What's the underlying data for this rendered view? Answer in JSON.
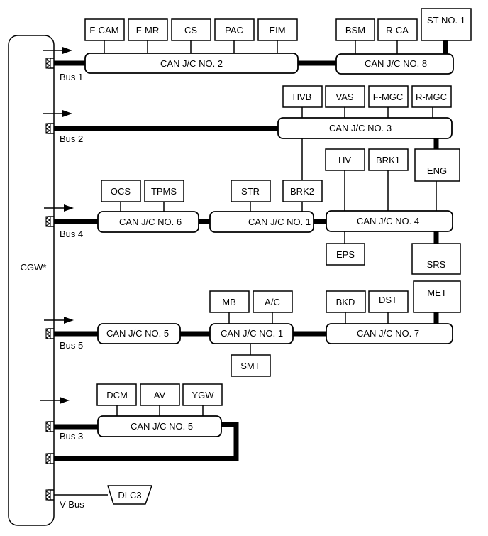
{
  "gateway": {
    "label": "CGW*"
  },
  "buses": {
    "bus1": "Bus 1",
    "bus2": "Bus 2",
    "bus4": "Bus 4",
    "bus5": "Bus 5",
    "bus3": "Bus 3",
    "vbus": "V Bus"
  },
  "junctions": {
    "jc2": "CAN J/C NO. 2",
    "jc8": "CAN J/C NO. 8",
    "jc3": "CAN J/C NO. 3",
    "jc6": "CAN J/C NO. 6",
    "jc1a": "CAN J/C NO. 1",
    "jc4": "CAN J/C NO. 4",
    "jc5a": "CAN J/C NO. 5",
    "jc1b": "CAN J/C NO. 1",
    "jc7": "CAN J/C NO. 7",
    "jc5b": "CAN J/C NO. 5"
  },
  "ecus": {
    "fcam": "F-CAM",
    "fmr": "F-MR",
    "cs": "CS",
    "pac": "PAC",
    "eim": "EIM",
    "bsm": "BSM",
    "rca": "R-CA",
    "st1": "ST NO. 1",
    "hvb": "HVB",
    "vas": "VAS",
    "fmgc": "F-MGC",
    "rmgc": "R-MGC",
    "hv": "HV",
    "brk1": "BRK1",
    "eng": "ENG",
    "ocs": "OCS",
    "tpms": "TPMS",
    "str": "STR",
    "brk2": "BRK2",
    "eps": "EPS",
    "srs": "SRS",
    "mb": "MB",
    "ac": "A/C",
    "bkd": "BKD",
    "dst": "DST",
    "met": "MET",
    "smt": "SMT",
    "dcm": "DCM",
    "av": "AV",
    "ygw": "YGW",
    "dlc3": "DLC3"
  }
}
